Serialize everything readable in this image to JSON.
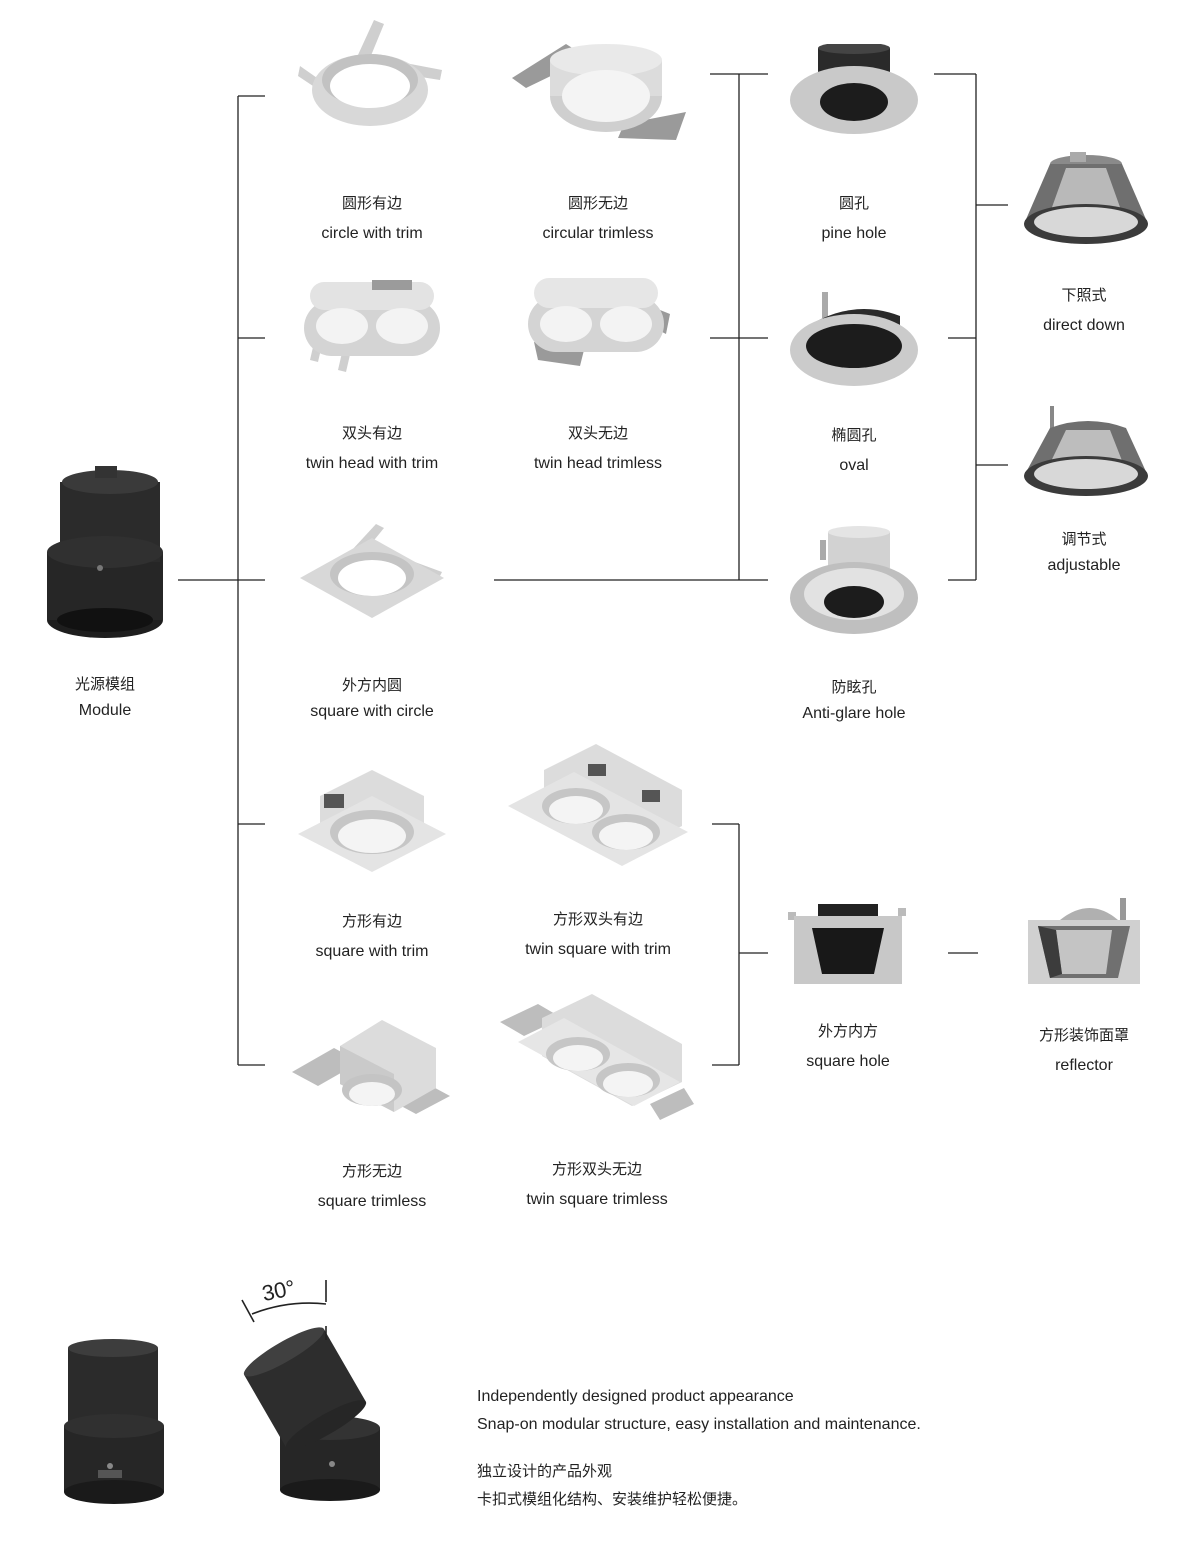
{
  "colors": {
    "line": "#222222",
    "black_part": "#222222",
    "grey_part": "#cfcfcf",
    "light_part": "#e6e6e6"
  },
  "module": {
    "zh": "光源模组",
    "en": "Module"
  },
  "fixtures": {
    "circle_with_trim": {
      "zh": "圆形有边",
      "en": "circle with trim",
      "icon": "round-trim-icon"
    },
    "circular_trimless": {
      "zh": "圆形无边",
      "en": "circular trimless",
      "icon": "round-trimless-icon"
    },
    "twin_head_with_trim": {
      "zh": "双头有边",
      "en": "twin head with trim",
      "icon": "twin-round-trim-icon"
    },
    "twin_head_trimless": {
      "zh": "双头无边",
      "en": "twin head trimless",
      "icon": "twin-round-trimless-icon"
    },
    "square_with_circle": {
      "zh": "外方内圆",
      "en": "square with circle",
      "icon": "square-circle-icon"
    },
    "square_with_trim": {
      "zh": "方形有边",
      "en": "square with trim",
      "icon": "square-trim-icon"
    },
    "twin_square_with_trim": {
      "zh": "方形双头有边",
      "en": "twin square with trim",
      "icon": "twin-square-trim-icon"
    },
    "square_trimless": {
      "zh": "方形无边",
      "en": "square trimless",
      "icon": "square-trimless-icon"
    },
    "twin_square_trimless": {
      "zh": "方形双头无边",
      "en": "twin square trimless",
      "icon": "twin-square-trimless-icon"
    }
  },
  "covers": {
    "pine_hole": {
      "zh": "圆孔",
      "en": "pine hole",
      "icon": "round-hole-cover-icon"
    },
    "oval": {
      "zh": "椭圆孔",
      "en": "oval",
      "icon": "oval-cover-icon"
    },
    "anti_glare_hole": {
      "zh": "防眩孔",
      "en": "Anti-glare hole",
      "icon": "anti-glare-cover-icon"
    },
    "square_hole": {
      "zh": "外方内方",
      "en": "square hole",
      "icon": "square-hole-cover-icon"
    }
  },
  "reflectors": {
    "direct_down": {
      "zh": "下照式",
      "en": "direct down",
      "icon": "cone-reflector-icon"
    },
    "adjustable": {
      "zh": "调节式",
      "en": "adjustable",
      "icon": "tilted-cone-reflector-icon"
    },
    "square_reflector": {
      "zh": "方形装饰面罩",
      "en": "reflector",
      "icon": "square-reflector-icon"
    }
  },
  "bottom": {
    "angle": "30°",
    "desc_en_1": "Independently designed product appearance",
    "desc_en_2": "Snap-on modular structure, easy installation and maintenance.",
    "desc_zh_1": "独立设计的产品外观",
    "desc_zh_2": "卡扣式模组化结构、安装维护轻松便捷。"
  }
}
